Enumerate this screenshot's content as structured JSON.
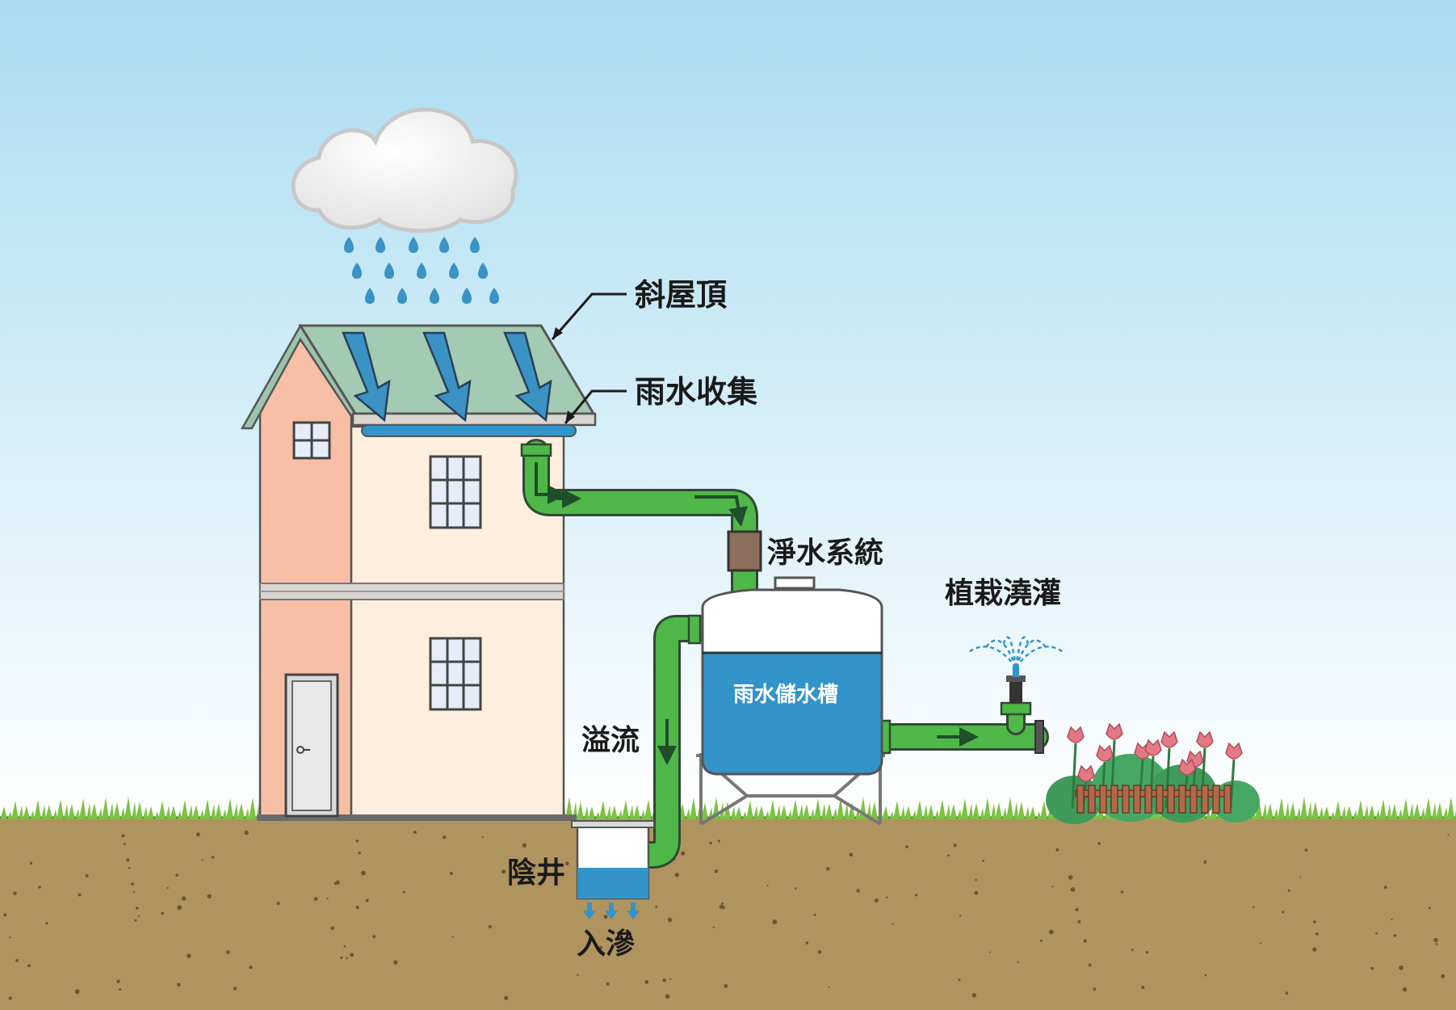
{
  "labels": {
    "roof": "斜屋頂",
    "gutter": "雨水收集",
    "filter": "淨水系統",
    "irrigation": "植栽澆灌",
    "tank": "雨水儲水槽",
    "overflow": "溢流",
    "well": "陰井",
    "infiltration": "入滲"
  },
  "colors": {
    "sky_top": "#a9dcf1",
    "sky_bottom": "#ffffff",
    "soil": "#b0945f",
    "grass": "#7cc243",
    "pipe": "#4fb848",
    "pipe_dark": "#1f4e2a",
    "tank_water": "#3394c9",
    "roof": "#a3cab2",
    "rain": "#3a92c5",
    "house_left": "#f6bfa6",
    "house_front": "#fdeedd",
    "filter": "#8b6e5b",
    "flower": "#e27a86"
  },
  "icons": {
    "cloud": "cloud-icon",
    "rain": "raindrop-icon",
    "sprinkler": "sprinkler-icon",
    "flowers": "flower-bed-icon"
  }
}
